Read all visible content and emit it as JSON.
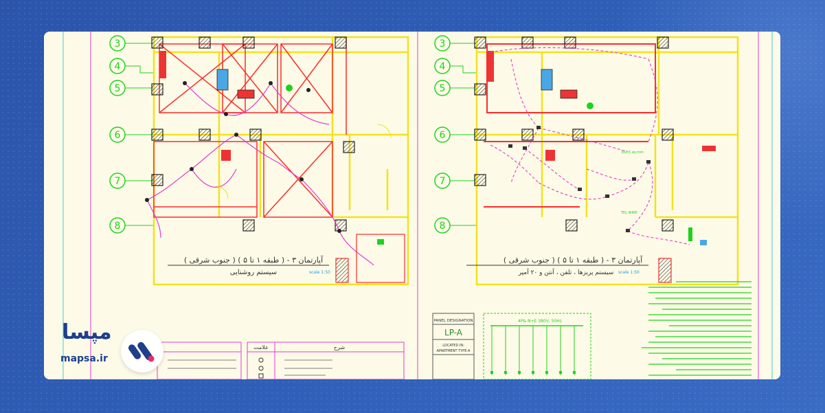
{
  "brand": {
    "name": "مپسا",
    "url": "mapsa.ir",
    "colors": {
      "primary": "#1e3f8c",
      "accent": "#ea2b6b",
      "background": "#2d5bb0"
    }
  },
  "drawing": {
    "grid_labels": [
      "3",
      "4",
      "5",
      "6",
      "7",
      "8"
    ],
    "left_plan": {
      "title": "آپارتمان ۳ - ( طبقه ۱ تا ۵ ) ( جنوب شرقی )",
      "subtitle": "سیستم روشنایی",
      "scale": "scale 1:50"
    },
    "right_plan": {
      "title": "آپارتمان ۳ - ( طبقه ۱ تا ۵ ) ( جنوب شرقی )",
      "subtitle": "سیستم پریزها ، تلفن ، آنتن و ۲۰ آمپر",
      "scale": "scale 1:50"
    },
    "panel": {
      "header": "PANEL DESIGNATION",
      "designation": "LP-A",
      "location_label": "LOCATED IN:",
      "location": "APARTMENT TYPE-A",
      "feed_label": "4P& N+E 380V, 50Hz"
    },
    "right_annotations": [
      "3x2.5 sq.mm",
      "TEL WIRE"
    ],
    "legend_headers": [
      "علامت",
      "شرح"
    ]
  }
}
